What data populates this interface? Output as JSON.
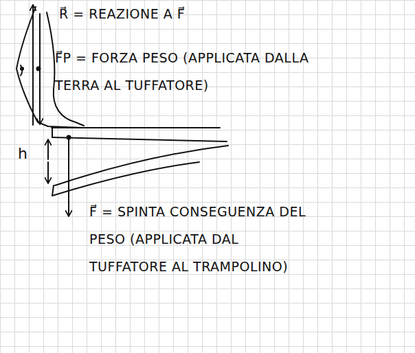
{
  "diagram": {
    "labels": [
      "R⃗ = REAZIONE A F⃗",
      "F⃗P = FORZA PESO (APPLICATA DALLA TERRA AL TUFFATORE)",
      "h",
      "F⃗ = SPINTA CONSEGUENZA DEL PESO (APPLICATA DAL TUFFATORE AL TRAMPOLINO)"
    ]
  }
}
